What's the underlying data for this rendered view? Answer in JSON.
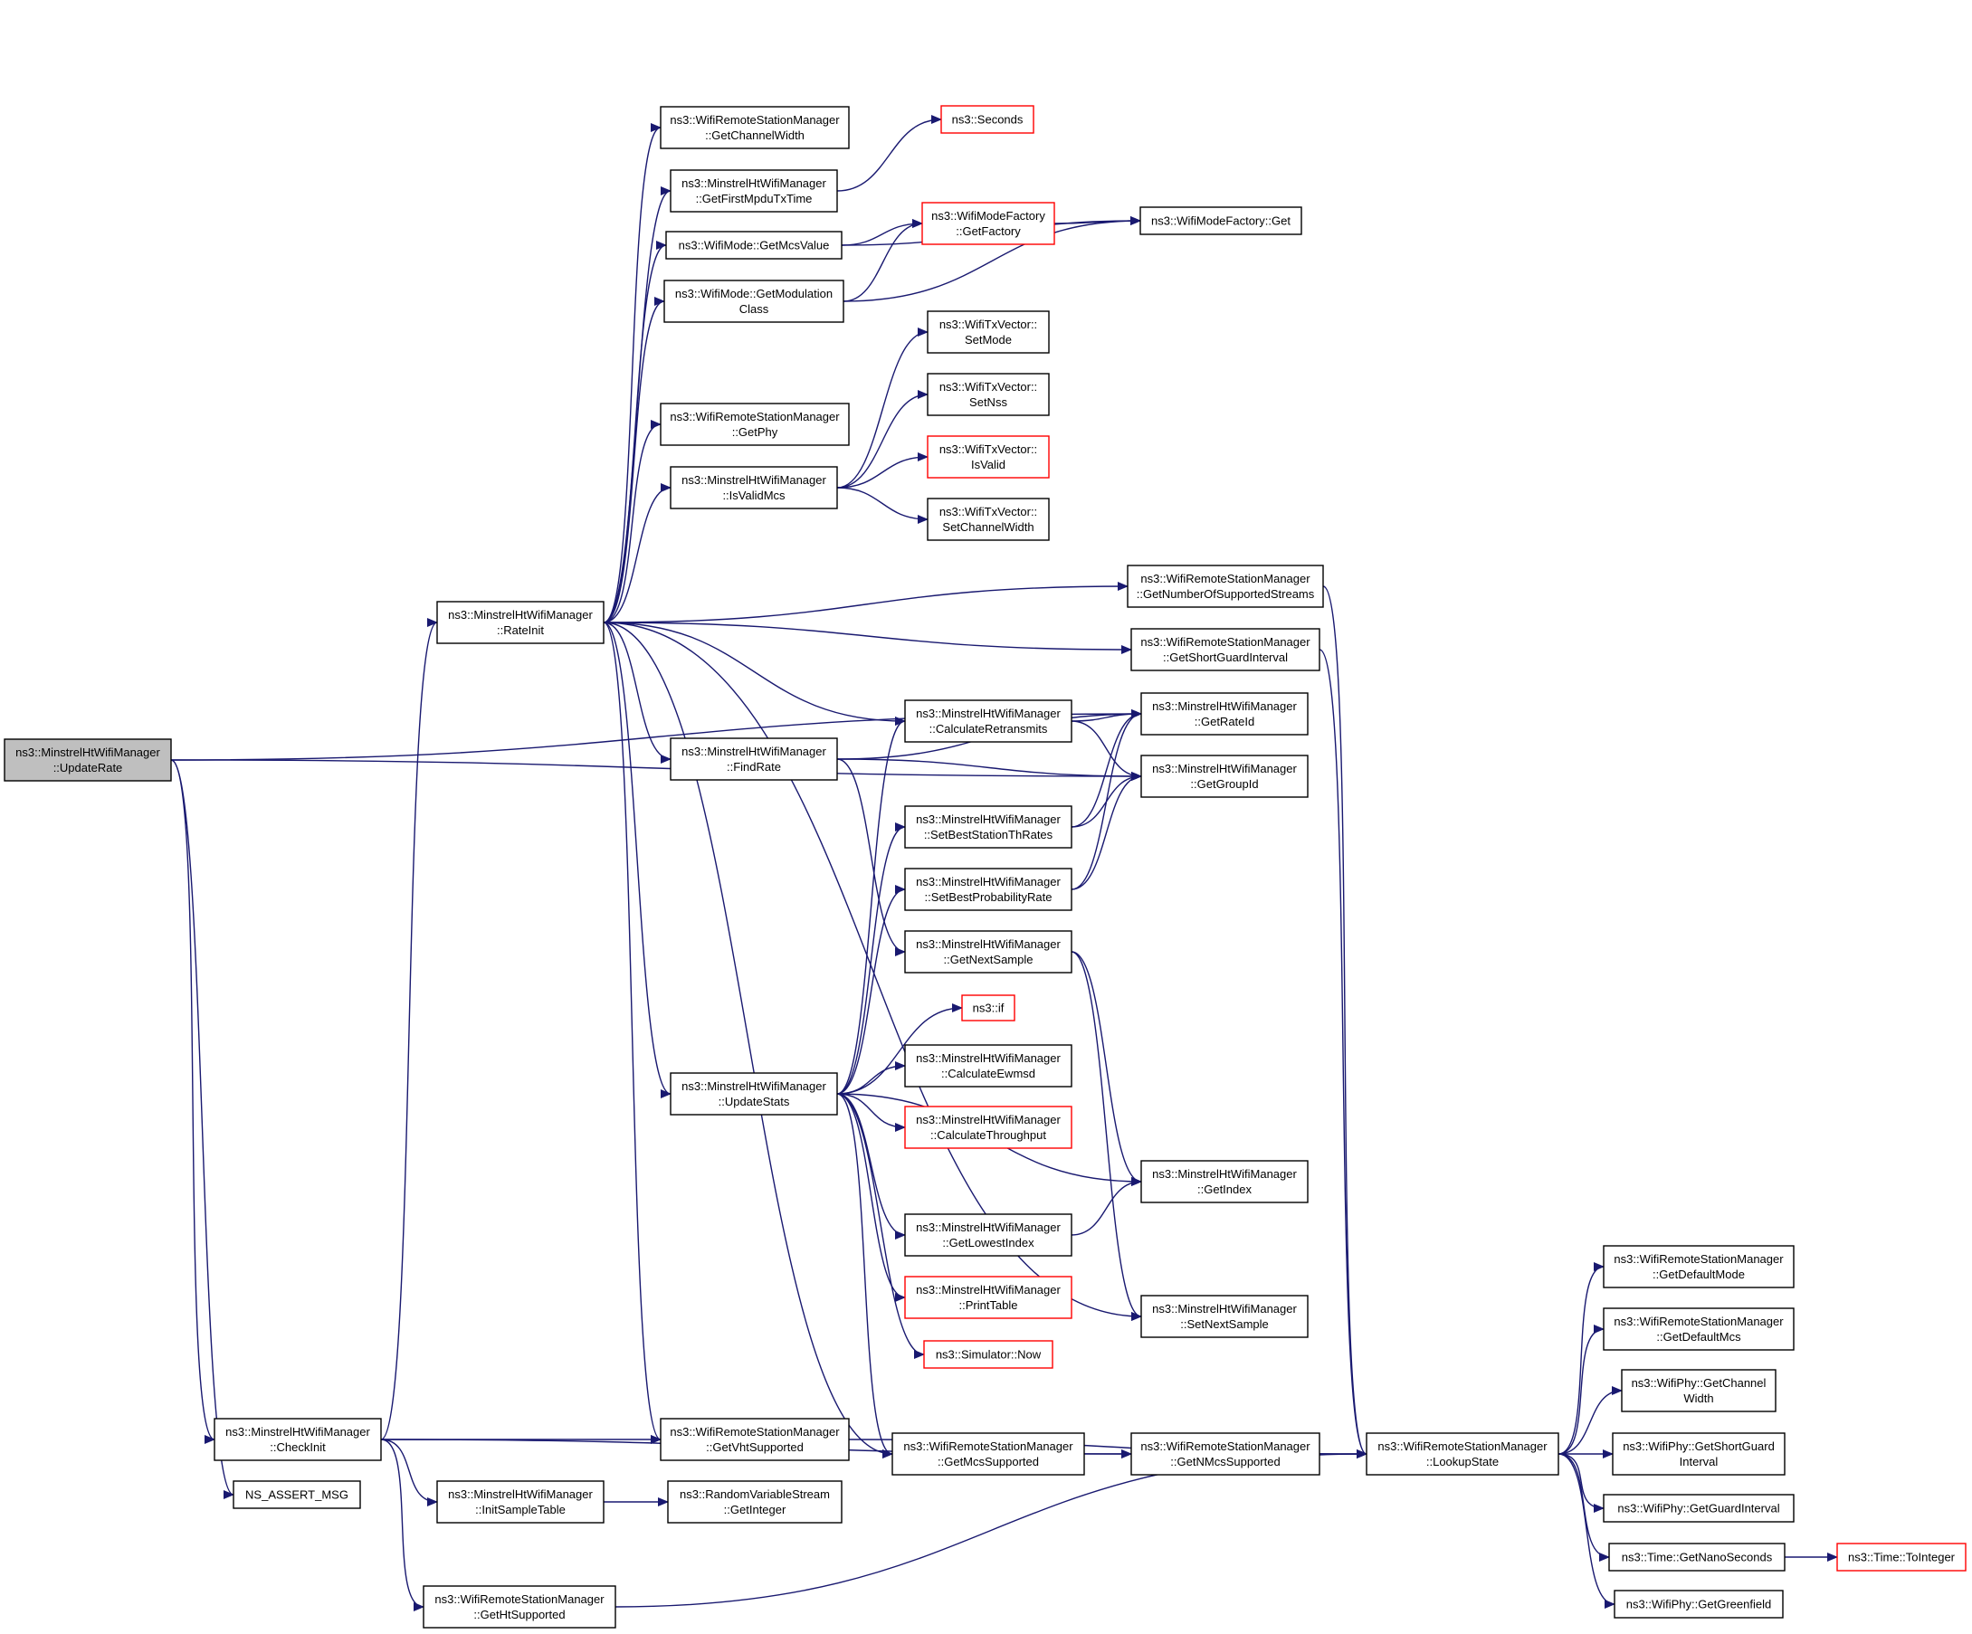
{
  "colors": {
    "edge": "#191970",
    "node_border": "#000000",
    "node_border_truncated": "#ff0000",
    "node_fill": "#ffffff",
    "root_fill": "#bfbfbf",
    "text": "#000000"
  },
  "nodes": [
    {
      "id": "updaterate",
      "lines": [
        "ns3::MinstrelHtWifiManager",
        "::UpdateRate"
      ],
      "root": true
    },
    {
      "id": "checkinit",
      "lines": [
        "ns3::MinstrelHtWifiManager",
        "::CheckInit"
      ]
    },
    {
      "id": "nsassert",
      "lines": [
        "NS_ASSERT_MSG"
      ]
    },
    {
      "id": "rateinit",
      "lines": [
        "ns3::MinstrelHtWifiManager",
        "::RateInit"
      ]
    },
    {
      "id": "initsampletable",
      "lines": [
        "ns3::MinstrelHtWifiManager",
        "::InitSampleTable"
      ]
    },
    {
      "id": "gethtsupported",
      "lines": [
        "ns3::WifiRemoteStationManager",
        "::GetHtSupported"
      ]
    },
    {
      "id": "getchannelwidth",
      "lines": [
        "ns3::WifiRemoteStationManager",
        "::GetChannelWidth"
      ]
    },
    {
      "id": "getfirstmpdu",
      "lines": [
        "ns3::MinstrelHtWifiManager",
        "::GetFirstMpduTxTime"
      ]
    },
    {
      "id": "getmcsvalue",
      "lines": [
        "ns3::WifiMode::GetMcsValue"
      ]
    },
    {
      "id": "getmodclass",
      "lines": [
        "ns3::WifiMode::GetModulation",
        "Class"
      ]
    },
    {
      "id": "getphy",
      "lines": [
        "ns3::WifiRemoteStationManager",
        "::GetPhy"
      ]
    },
    {
      "id": "isvalidmcs",
      "lines": [
        "ns3::MinstrelHtWifiManager",
        "::IsValidMcs"
      ]
    },
    {
      "id": "findrate",
      "lines": [
        "ns3::MinstrelHtWifiManager",
        "::FindRate"
      ]
    },
    {
      "id": "updatestats",
      "lines": [
        "ns3::MinstrelHtWifiManager",
        "::UpdateStats"
      ]
    },
    {
      "id": "getvhtsupported",
      "lines": [
        "ns3::WifiRemoteStationManager",
        "::GetVhtSupported"
      ]
    },
    {
      "id": "getinteger",
      "lines": [
        "ns3::RandomVariableStream",
        "::GetInteger"
      ]
    },
    {
      "id": "seconds",
      "lines": [
        "ns3::Seconds"
      ],
      "truncated": true
    },
    {
      "id": "getfactory",
      "lines": [
        "ns3::WifiModeFactory",
        "::GetFactory"
      ],
      "truncated": true
    },
    {
      "id": "setmode",
      "lines": [
        "ns3::WifiTxVector::",
        "SetMode"
      ]
    },
    {
      "id": "setnss",
      "lines": [
        "ns3::WifiTxVector::",
        "SetNss"
      ]
    },
    {
      "id": "isvalid",
      "lines": [
        "ns3::WifiTxVector::",
        "IsValid"
      ],
      "truncated": true
    },
    {
      "id": "setchannelwidth",
      "lines": [
        "ns3::WifiTxVector::",
        "SetChannelWidth"
      ]
    },
    {
      "id": "calcretransmits",
      "lines": [
        "ns3::MinstrelHtWifiManager",
        "::CalculateRetransmits"
      ]
    },
    {
      "id": "setbeststation",
      "lines": [
        "ns3::MinstrelHtWifiManager",
        "::SetBestStationThRates"
      ]
    },
    {
      "id": "setbestprob",
      "lines": [
        "ns3::MinstrelHtWifiManager",
        "::SetBestProbabilityRate"
      ]
    },
    {
      "id": "getnextsample",
      "lines": [
        "ns3::MinstrelHtWifiManager",
        "::GetNextSample"
      ]
    },
    {
      "id": "nsif",
      "lines": [
        "ns3::if"
      ],
      "truncated": true
    },
    {
      "id": "calcewmsd",
      "lines": [
        "ns3::MinstrelHtWifiManager",
        "::CalculateEwmsd"
      ]
    },
    {
      "id": "calcthroughput",
      "lines": [
        "ns3::MinstrelHtWifiManager",
        "::CalculateThroughput"
      ],
      "truncated": true
    },
    {
      "id": "getlowestindex",
      "lines": [
        "ns3::MinstrelHtWifiManager",
        "::GetLowestIndex"
      ]
    },
    {
      "id": "printtable",
      "lines": [
        "ns3::MinstrelHtWifiManager",
        "::PrintTable"
      ],
      "truncated": true
    },
    {
      "id": "simnow",
      "lines": [
        "ns3::Simulator::Now"
      ],
      "truncated": true
    },
    {
      "id": "getmcssupported",
      "lines": [
        "ns3::WifiRemoteStationManager",
        "::GetMcsSupported"
      ]
    },
    {
      "id": "wifimodefactoryget",
      "lines": [
        "ns3::WifiModeFactory::Get"
      ]
    },
    {
      "id": "getnumstreams",
      "lines": [
        "ns3::WifiRemoteStationManager",
        "::GetNumberOfSupportedStreams"
      ]
    },
    {
      "id": "getshortgi",
      "lines": [
        "ns3::WifiRemoteStationManager",
        "::GetShortGuardInterval"
      ]
    },
    {
      "id": "getrateid",
      "lines": [
        "ns3::MinstrelHtWifiManager",
        "::GetRateId"
      ]
    },
    {
      "id": "getgroupid",
      "lines": [
        "ns3::MinstrelHtWifiManager",
        "::GetGroupId"
      ]
    },
    {
      "id": "getindex",
      "lines": [
        "ns3::MinstrelHtWifiManager",
        "::GetIndex"
      ]
    },
    {
      "id": "setnextsample",
      "lines": [
        "ns3::MinstrelHtWifiManager",
        "::SetNextSample"
      ]
    },
    {
      "id": "getnmcs",
      "lines": [
        "ns3::WifiRemoteStationManager",
        "::GetNMcsSupported"
      ]
    },
    {
      "id": "lookupstate",
      "lines": [
        "ns3::WifiRemoteStationManager",
        "::LookupState"
      ]
    },
    {
      "id": "getdefaultmode",
      "lines": [
        "ns3::WifiRemoteStationManager",
        "::GetDefaultMode"
      ]
    },
    {
      "id": "getdefaultmcs",
      "lines": [
        "ns3::WifiRemoteStationManager",
        "::GetDefaultMcs"
      ]
    },
    {
      "id": "phygetchannelwidth",
      "lines": [
        "ns3::WifiPhy::GetChannel",
        "Width"
      ]
    },
    {
      "id": "phygetshortgi",
      "lines": [
        "ns3::WifiPhy::GetShortGuard",
        "Interval"
      ]
    },
    {
      "id": "phygetgi",
      "lines": [
        "ns3::WifiPhy::GetGuardInterval"
      ]
    },
    {
      "id": "getnanoseconds",
      "lines": [
        "ns3::Time::GetNanoSeconds"
      ]
    },
    {
      "id": "tointeger",
      "lines": [
        "ns3::Time::ToInteger"
      ],
      "truncated": true
    },
    {
      "id": "getgreenfield",
      "lines": [
        "ns3::WifiPhy::GetGreenfield"
      ]
    }
  ],
  "edges": [
    {
      "from": "updaterate",
      "to": "checkinit"
    },
    {
      "from": "updaterate",
      "to": "nsassert"
    },
    {
      "from": "updaterate",
      "to": "getrateid"
    },
    {
      "from": "updaterate",
      "to": "getgroupid"
    },
    {
      "from": "checkinit",
      "to": "rateinit"
    },
    {
      "from": "checkinit",
      "to": "getvhtsupported"
    },
    {
      "from": "checkinit",
      "to": "initsampletable"
    },
    {
      "from": "checkinit",
      "to": "gethtsupported"
    },
    {
      "from": "checkinit",
      "to": "getnmcs"
    },
    {
      "from": "rateinit",
      "to": "getchannelwidth"
    },
    {
      "from": "rateinit",
      "to": "getfirstmpdu"
    },
    {
      "from": "rateinit",
      "to": "getmcsvalue"
    },
    {
      "from": "rateinit",
      "to": "getmodclass"
    },
    {
      "from": "rateinit",
      "to": "getphy"
    },
    {
      "from": "rateinit",
      "to": "isvalidmcs"
    },
    {
      "from": "rateinit",
      "to": "findrate"
    },
    {
      "from": "rateinit",
      "to": "updatestats"
    },
    {
      "from": "rateinit",
      "to": "getvhtsupported"
    },
    {
      "from": "rateinit",
      "to": "getmcssupported"
    },
    {
      "from": "rateinit",
      "to": "getnumstreams"
    },
    {
      "from": "rateinit",
      "to": "getshortgi"
    },
    {
      "from": "rateinit",
      "to": "calcretransmits"
    },
    {
      "from": "rateinit",
      "to": "setnextsample"
    },
    {
      "from": "initsampletable",
      "to": "getinteger"
    },
    {
      "from": "gethtsupported",
      "to": "lookupstate"
    },
    {
      "from": "getfirstmpdu",
      "to": "seconds"
    },
    {
      "from": "getmcsvalue",
      "to": "getfactory"
    },
    {
      "from": "getmcsvalue",
      "to": "wifimodefactoryget"
    },
    {
      "from": "getmodclass",
      "to": "getfactory"
    },
    {
      "from": "getmodclass",
      "to": "wifimodefactoryget"
    },
    {
      "from": "getfactory",
      "to": "wifimodefactoryget"
    },
    {
      "from": "isvalidmcs",
      "to": "setmode"
    },
    {
      "from": "isvalidmcs",
      "to": "setnss"
    },
    {
      "from": "isvalidmcs",
      "to": "isvalid"
    },
    {
      "from": "isvalidmcs",
      "to": "setchannelwidth"
    },
    {
      "from": "findrate",
      "to": "getrateid"
    },
    {
      "from": "findrate",
      "to": "getgroupid"
    },
    {
      "from": "findrate",
      "to": "getnextsample"
    },
    {
      "from": "updatestats",
      "to": "calcretransmits"
    },
    {
      "from": "updatestats",
      "to": "setbeststation"
    },
    {
      "from": "updatestats",
      "to": "setbestprob"
    },
    {
      "from": "updatestats",
      "to": "nsif"
    },
    {
      "from": "updatestats",
      "to": "calcewmsd"
    },
    {
      "from": "updatestats",
      "to": "calcthroughput"
    },
    {
      "from": "updatestats",
      "to": "getindex"
    },
    {
      "from": "updatestats",
      "to": "getlowestindex"
    },
    {
      "from": "updatestats",
      "to": "printtable"
    },
    {
      "from": "updatestats",
      "to": "simnow"
    },
    {
      "from": "updatestats",
      "to": "getmcssupported"
    },
    {
      "from": "calcretransmits",
      "to": "getrateid"
    },
    {
      "from": "calcretransmits",
      "to": "getgroupid"
    },
    {
      "from": "setbeststation",
      "to": "getrateid"
    },
    {
      "from": "setbeststation",
      "to": "getgroupid"
    },
    {
      "from": "setbestprob",
      "to": "getrateid"
    },
    {
      "from": "setbestprob",
      "to": "getgroupid"
    },
    {
      "from": "getnextsample",
      "to": "getindex"
    },
    {
      "from": "getnextsample",
      "to": "setnextsample"
    },
    {
      "from": "getlowestindex",
      "to": "getindex"
    },
    {
      "from": "getvhtsupported",
      "to": "lookupstate"
    },
    {
      "from": "getmcssupported",
      "to": "getnmcs"
    },
    {
      "from": "getnmcs",
      "to": "lookupstate"
    },
    {
      "from": "getnumstreams",
      "to": "lookupstate"
    },
    {
      "from": "getshortgi",
      "to": "lookupstate"
    },
    {
      "from": "lookupstate",
      "to": "getdefaultmode"
    },
    {
      "from": "lookupstate",
      "to": "getdefaultmcs"
    },
    {
      "from": "lookupstate",
      "to": "phygetchannelwidth"
    },
    {
      "from": "lookupstate",
      "to": "phygetshortgi"
    },
    {
      "from": "lookupstate",
      "to": "phygetgi"
    },
    {
      "from": "lookupstate",
      "to": "getnanoseconds"
    },
    {
      "from": "lookupstate",
      "to": "getgreenfield"
    },
    {
      "from": "getnanoseconds",
      "to": "tointeger"
    }
  ]
}
